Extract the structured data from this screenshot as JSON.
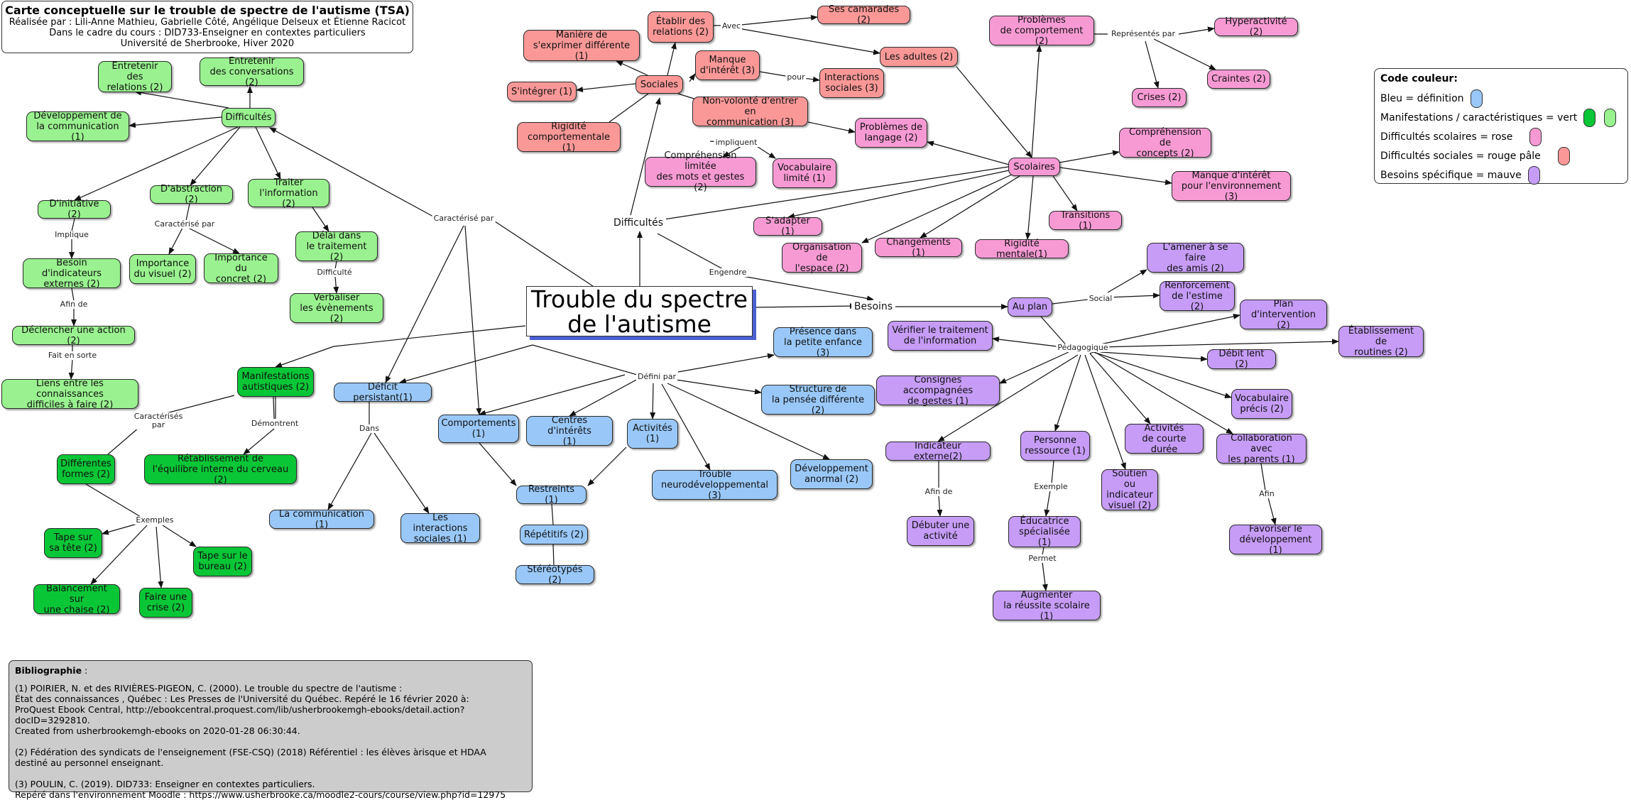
{
  "title": {
    "line1": "Carte conceptuelle sur le trouble de spectre de l'autisme (TSA)",
    "line2": "Réalisée par : Lili-Anne Mathieu, Gabrielle Côté, Angélique Delseux et Étienne Racicot",
    "line3": "Dans le cadre du cours : DID733-Enseigner en contextes particuliers",
    "line4": "Université de Sherbrooke, Hiver 2020"
  },
  "central": "Trouble du spectre\nde l'autisme",
  "colors": {
    "blue": "#99c8f8",
    "green_light": "#99f28f",
    "green_dark": "#09c636",
    "pink": "#f79ad4",
    "red": "#fa9897",
    "purple": "#c69cf7",
    "central_shadow": "#4a5fd0",
    "biblio_bg": "#cccccc"
  },
  "legend": {
    "title": "Code couleur:",
    "rows": [
      "Bleu = définition",
      "Manifestations / caractéristiques = vert",
      "Difficultés scolaires = rose",
      "Difficultés sociales = rouge pâle",
      "Besoins spécifique = mauve"
    ]
  },
  "plain_texts": {
    "difficultes_hub": "Difficultés",
    "besoins_hub": "Besoins"
  },
  "nodes": {
    "entretenir_relations": "Entretenir des\nrelations (2)",
    "entretenir_conversations": "Entretenir\ndes conversations (2)",
    "dev_communication": "Développement de\nla communication (1)",
    "difficultes_green": "Difficultés",
    "initiative": "D'initiative (2)",
    "abstraction": "D'abstraction (2)",
    "traiter_info": "Traiter\nl'information (2)",
    "besoin_indicateurs": "Besoin d'indicateurs\nexternes (2)",
    "importance_visuel": "Importance\ndu visuel (2)",
    "importance_concret": "Importance du\nconcret (2)",
    "delai_traitement": "Délai dans\nle traitement (2)",
    "verbaliser": "Verbaliser\nles évènements (2)",
    "declencher_action": "Déclencher une action (2)",
    "liens_connaissances": "Liens entre les connaissances\ndifficiles à faire (2)",
    "manifestations_autistiques": "Manifestations\nautistiques (2)",
    "differentes_formes": "Différentes\nformes (2)",
    "retablissement": "Rétablissement de\nl'équilibre interne du cerveau (2)",
    "tape_tete": "Tape sur\nsa tête (2)",
    "tape_bureau": "Tape sur le\nbureau (2)",
    "balancement": "Balancement sur\nune chaise (2)",
    "faire_crise": "Faire une\ncrise (2)",
    "deficit_persistant": "Déficit persistant(1)",
    "communication": "La communication (1)",
    "interactions_sociales_blue": "Les interactions\nsociales (1)",
    "comportements": "Comportements\n(1)",
    "centres_interets": "Centres d'intérêts\n(1)",
    "activites_blue": "Activités\n(1)",
    "restreints": "Restreints (1)",
    "repetitifs": "Répétitifs (2)",
    "stereotypes": "Stéréotypés (2)",
    "trouble_neurodev": "Trouble\nneurodéveloppemental (3)",
    "developpement_anormal": "Développement\nanormal (2)",
    "structure_pensee": "Structure de\nla pensée différente (2)",
    "presence_enfance": "Présence dans\nla petite enfance (3)",
    "maniere_exprimer": "Manière de\ns'exprimer différente (1)",
    "etablir_relations": "Établir des\nrelations (2)",
    "ses_camarades": "Ses camarades (2)",
    "les_adultes": "Les adultes (2)",
    "sociales": "Sociales",
    "sintegrer": "S'intégrer (1)",
    "manque_interet": "Manque\nd'intérêt (3)",
    "interactions_sociales_red": "Interactions\nsociales (3)",
    "rigidite_comportementale": "Rigidité\ncomportementale (1)",
    "non_volonte": "Non-volonté d'entrer en\ncommunication (3)",
    "problemes_langage": "Problèmes de\nlangage (2)",
    "comprehension_limitee": "Compréhension limitée\ndes mots et gestes (2)",
    "vocabulaire_limite": "Vocabulaire\nlimité (1)",
    "problemes_comportement": "Problèmes\nde comportement (2)",
    "hyperactivite": "Hyperactivité (2)",
    "craintes": "Craintes (2)",
    "crises": "Crises (2)",
    "comprehension_concepts": "Compréhension de\nconcepts (2)",
    "scolaires": "Scolaires",
    "manque_interet_env": "Manque d'intérêt\npour l'environnement (3)",
    "sadapter": "S'adapter (1)",
    "transitions": "Transitions (1)",
    "organisation_espace": "Organisation de\nl'espace (2)",
    "changements": "Changements (1)",
    "rigidite_mentale": "Rigidité mentale(1)",
    "au_plan": "Au plan",
    "amener_amis": "L'amener à se faire\ndes amis (2)",
    "renforcement_estime": "Renforcement\nde l'estime (2)",
    "plan_intervention": "Plan\nd'intervention (2)",
    "etablissement_routines": "Établissement de\nroutines (2)",
    "verifier_traitement": "Vérifier le traitement\nde l'information",
    "debit_lent": "Débit lent (2)",
    "consignes_gestes": "Consignes accompagnées\nde gestes (1)",
    "vocabulaire_precis": "Vocabulaire\nprécis (2)",
    "indicateur_externe": "Indicateur externe(2)",
    "personne_ressource": "Personne\nressource (1)",
    "activites_courte": "Activités\nde courte durée",
    "collaboration_parents": "Collaboration avec\nles parents (1)",
    "soutien_indicateur": "Soutien ou\nindicateur\nvisuel (2)",
    "debuter_activite": "Débuter une\nactivité",
    "educatrice": "Éducatrice\nspécialisée (1)",
    "favoriser_dev": "Favoriser le\ndéveloppement (1)",
    "augmenter_reussite": "Augmenter\nla réussite scolaire (1)"
  },
  "link_labels": {
    "implique": "Implique",
    "afin_de_1": "Afin de",
    "fait_en_sorte": "Fait en sorte",
    "caracterise_par_green": "Caractérisé par",
    "difficulte": "Difficulté",
    "caracterises_par": "Caractérisés\npar",
    "demontrent": "Démontrent",
    "exemples": "Exemples",
    "caracterise_par_top": "Caractérisé par",
    "dans": "Dans",
    "defini_par": "Défini par",
    "engendre": "Engendre",
    "avec": "Avec",
    "pour": "pour",
    "impliquent": "impliquent",
    "representes_par": "Représentés par",
    "social": "Social",
    "pedagogique": "Pédagogique",
    "afin_de_2": "Afin de",
    "exemple": "Exemple",
    "permet": "Permet",
    "afin": "Afin"
  },
  "bibliography": {
    "heading": "Bibliographie",
    "entries": [
      "(1) POIRIER, N. et des RIVIÈRES-PIGEON, C. (2000). Le trouble du spectre de l'autisme :\nÉtat des connaissances , Québec : Les Presses de l'Université du Québec. Repéré le 16 février 2020 à:\nProQuest Ebook Central, http://ebookcentral.proquest.com/lib/usherbrookemgh-ebooks/detail.action?docID=3292810.\nCreated from usherbrookemgh-ebooks on 2020-01-28 06:30:44.",
      "(2)  Fédération des syndicats de l'enseignement (FSE-CSQ) (2018) Référentiel : les élèves àrisque et HDAA\ndestiné au personnel enseignant.",
      "(3) POULIN, C. (2019).  DID733: Enseigner en contextes particuliers.\nRepéré dans l'environnement Moodle : https://www.usherbrooke.ca/moodle2-cours/course/view.php?id=12975"
    ]
  }
}
